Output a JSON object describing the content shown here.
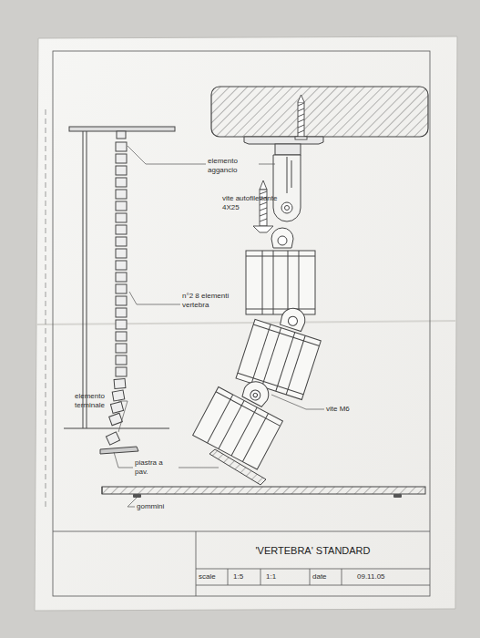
{
  "diagram": {
    "title": "'VERTEBRA' STANDARD",
    "labels": [
      "elemento aggancio",
      "vite autofilettante 4X25",
      "n°2 8 elementi vertebra",
      "elemento terminale",
      "vite M6",
      "piastra a pav.",
      "gommini",
      "scale",
      "1:5",
      "1:1",
      "date",
      "09.11.05"
    ]
  }
}
